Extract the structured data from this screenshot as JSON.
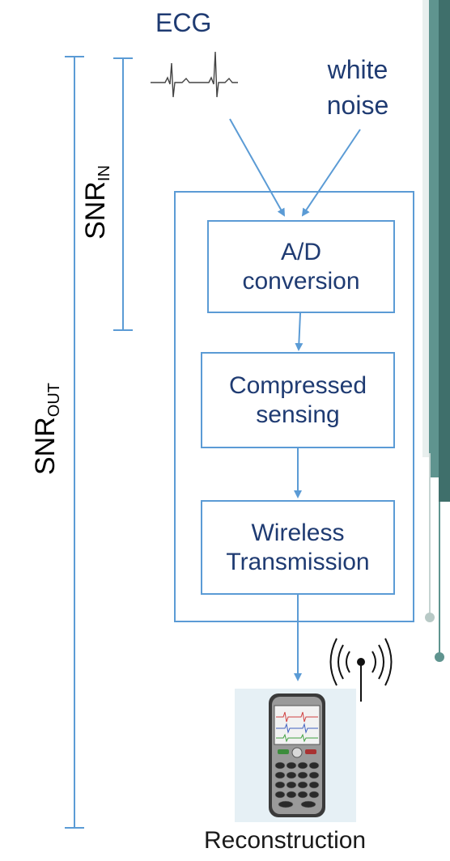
{
  "input": {
    "ecg_label": "ECG",
    "noise_label_line1": "white",
    "noise_label_line2": "noise"
  },
  "pipeline": {
    "step1_line1": "A/D",
    "step1_line2": "conversion",
    "step2_line1": "Compressed",
    "step2_line2": "sensing",
    "step3_line1": "Wireless",
    "step3_line2": "Transmission"
  },
  "output": {
    "label": "Reconstruction"
  },
  "measures": {
    "snr_in_main": "SNR",
    "snr_in_sub": "IN",
    "snr_out_main": "SNR",
    "snr_out_sub": "OUT"
  },
  "colors": {
    "accent": "#5b9bd5",
    "text_blue": "#1f3b72",
    "side_panel": "#6b9e9a"
  },
  "icons": [
    "ecg-waveform-icon",
    "antenna-icon",
    "smartphone-icon"
  ]
}
